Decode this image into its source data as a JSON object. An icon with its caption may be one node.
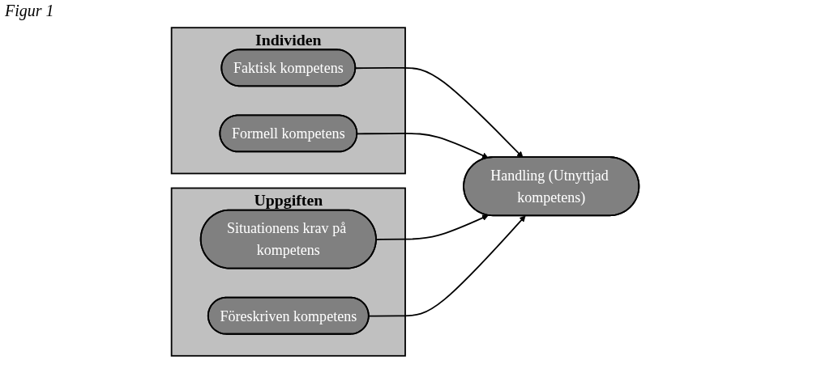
{
  "diagram": {
    "title": "Figur 1",
    "nodes": [
      {
        "text": [
          "Individen"
        ]
      },
      {
        "text": [
          "Faktisk kompetens"
        ],
        "in": 0
      },
      {
        "text": [
          "Formell kompetens"
        ],
        "in": 0
      },
      {
        "text": [
          "Handling (Utnyttjad kompetens)"
        ]
      },
      {
        "text": [
          "Uppgiften"
        ]
      },
      {
        "text": [
          "Situationens krav på kompetens"
        ],
        "in": 4
      },
      {
        "text": [
          "Föreskriven kompetens"
        ],
        "in": 4
      }
    ],
    "edges": [
      {
        "from": 1,
        "to": 3,
        "arrow": "to"
      },
      {
        "from": 2,
        "to": 3,
        "arrow": "to"
      },
      {
        "from": 5,
        "to": 3,
        "arrow": "to"
      },
      {
        "from": 6,
        "to": 3,
        "arrow": "to"
      }
    ]
  }
}
